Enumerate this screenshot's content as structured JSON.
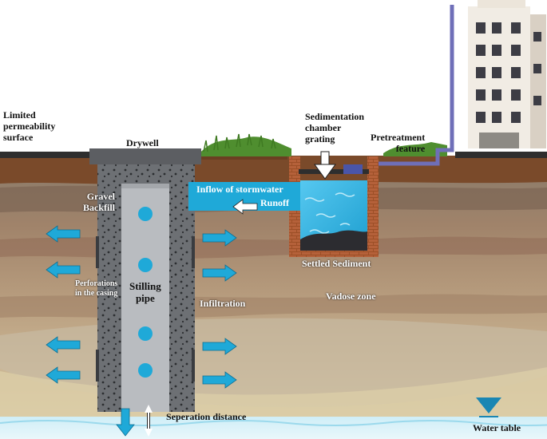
{
  "labels": {
    "limited_surface": "Limited\npermeability\nsurface",
    "drywell": "Drywell",
    "sedimentation": "Sedimentation\nchamber\ngrating",
    "pretreatment": "Pretreatment\nfeature",
    "gravel_backfill": "Gravel\nBackfill",
    "inflow": "Inflow of stormwater",
    "runoff": "Runoff",
    "settled_sediment": "Settled Sediment",
    "perforations": "Perforations\nin the casing",
    "stilling_pipe": "Stilling\npipe",
    "infiltration": "Infiltration",
    "vadose_zone": "Vadose zone",
    "separation_distance": "Seperation distance",
    "water_table": "Water table"
  },
  "colors": {
    "arrow_blue": "#1fa9d8",
    "pipe_grey": "#b9bcc0",
    "casing_grey": "#6f7276",
    "soil_brown": "#7a4a2a",
    "water": "#4cc3ea",
    "brick": "#a0522d",
    "grass": "#5e9e3a"
  }
}
